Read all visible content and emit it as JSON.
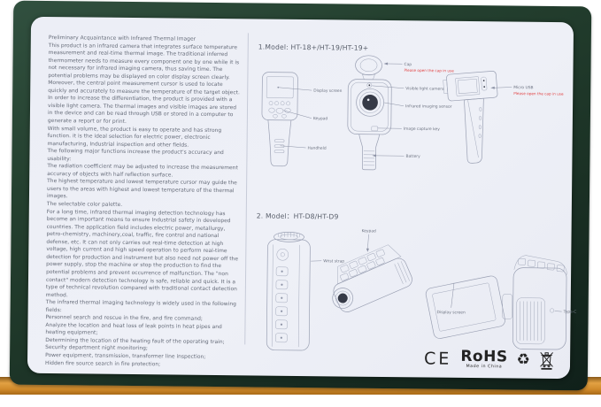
{
  "manual": {
    "left_column": {
      "title": "Preliminary Acquaintance with Infrared Thermal Imager",
      "paragraphs": [
        "This product is an infrared camera that integrates surface temperature measurement and real-time thermal image. The traditional inferred thermometer needs to measure every component one by one while it is not necessary for infrared imaging camera, thus saving time. The potential problems may be displayed on color display screen clearly. Moreover, the central point measurement cursor is used to locate quickly and accurately to measure the temperature of the target object.",
        "In order to increase the differentiation, the product is provided with a visible light camera. The thermal images and visible images are stored in the device and can be read through USB or stored in a computer to generate a report or for print.",
        "With small volume, the product is easy to operate and has strong function. it is the ideal selection for electric power, electronic manufacturing, Industrial inspection and other fields.",
        "The following major functions increase the product's accuracy and usability:",
        "The radiation coefficient may be adjusted to increase the measurement accuracy of objects with half reflection surface.",
        "The highest temperature and lowest temperature cursor may guide the users to the areas with highest and lowest temperature of the thermal images.",
        "The selectable color palette.",
        "For a long time, infrared thermal imaging detection technology has become an important means to ensure Industrial safety in developed countries. The application field includes electric power, metallurgy, petro-chemistry, machinery,coal, traffic, fire control and national defense, etc. It can not only carries out real-time detection at high voltage, high current and high speed operation to perform real-time detection for production and instrument but also need not power off the power supply, stop the machine or stop the production to find the potential problems and prevent occurrence of malfunction. The \"non contact\" modern detection technology is safe, reliable and quick. It is a type of technical revolution compared with traditional contact detection method.",
        "The infrared thermal imaging technology is widely used in the following fields:",
        "Personnel search and rescue in the fire, and fire command;",
        "Analyze the location and heat loss of leak points in heat pipes and heating equipment;",
        "Determining the location of the heating fault of the operating train;",
        "Security department night monitoring;",
        "Power equipment, transmission, transformer line inspection;",
        "Hidden fire source search in fire protection;"
      ]
    },
    "section1": {
      "title": "1.Model: HT-18+/HT-19/HT-19+",
      "labels": {
        "display_screen": "Display screen",
        "keypad": "Keypad",
        "handheld": "Handheld",
        "cap": "Cap",
        "cap_note": "Please open the cap in use",
        "visible_camera": "Visible light camera",
        "ir_sensor": "Infrared imaging sensor",
        "capture_key": "Image capture key",
        "battery": "Battery",
        "micro_usb": "Micro USB",
        "usb_note": "Please open the cap in use"
      }
    },
    "section2": {
      "title": "2. Model：HT-D8/HT-D9",
      "labels": {
        "keypad": "Keypad",
        "wrist_strap": "Wrist strap",
        "display_screen": "Display screen",
        "type_c": "Type-C"
      }
    },
    "marks": {
      "ce": "CE",
      "rohs": "RoHS",
      "made_in_china": "Made in China",
      "recycle_icon": "♻"
    },
    "colors": {
      "box_green": "#24402f",
      "page_bg": "#edeff6",
      "body_text": "#646a77",
      "warning_red": "#e24444",
      "line_art": "#9aa0b3",
      "table_orange": "#d08a2a"
    }
  }
}
